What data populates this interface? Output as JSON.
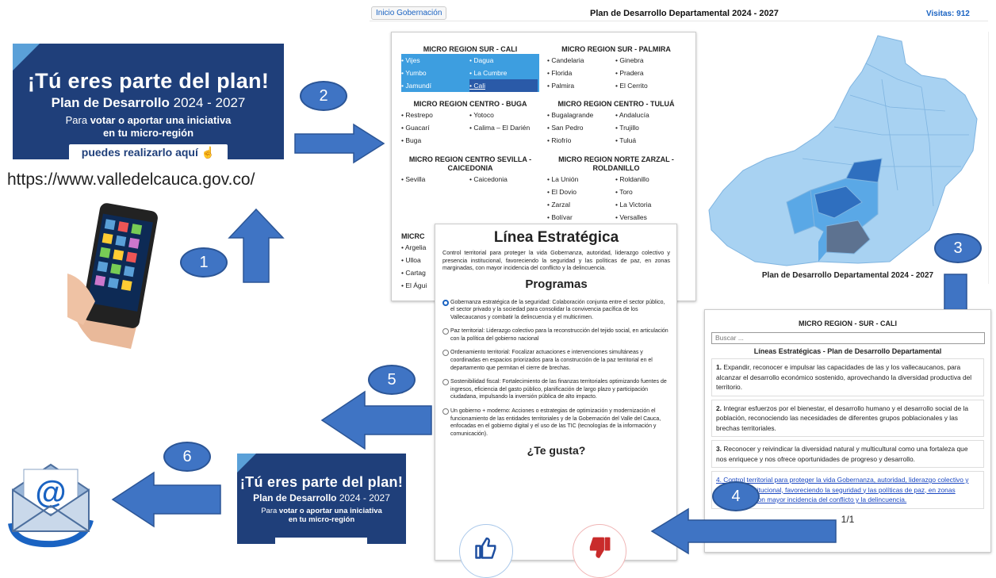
{
  "banner_top": {
    "title": "¡Tú eres parte del plan!",
    "subtitle": "Plan de Desarrollo",
    "years": "2024 - 2027",
    "line1_pre": "Para",
    "line1_bold": "votar o aportar una iniciativa",
    "line2": "en tu micro-región",
    "button": "puedes realizarlo aquí"
  },
  "url": "https://www.valledelcauca.gov.co/",
  "steps": [
    "1",
    "2",
    "3",
    "4",
    "5",
    "6"
  ],
  "topbar": {
    "home": "Inicio Gobernación",
    "title": "Plan de Desarrollo Departamental 2024 - 2027",
    "visits": "Visitas: 912"
  },
  "regions": [
    {
      "name": "MICRO REGION SUR - CALI",
      "towns": [
        "Vijes",
        "Dagua",
        "Yumbo",
        "La Cumbre",
        "Jamundí",
        "Cali"
      ],
      "selected": true,
      "current": "Cali"
    },
    {
      "name": "MICRO REGION SUR - PALMIRA",
      "towns": [
        "Candelaria",
        "Ginebra",
        "Florida",
        "Pradera",
        "Palmira",
        "El Cerrito"
      ]
    },
    {
      "name": "MICRO REGION CENTRO - BUGA",
      "towns": [
        "Restrepo",
        "Yotoco",
        "Guacarí",
        "Calima – El Darién",
        "Buga"
      ]
    },
    {
      "name": "MICRO REGION CENTRO - TULUÁ",
      "towns": [
        "Bugalagrande",
        "Andalucía",
        "San Pedro",
        "Trujillo",
        "Riofrío",
        "Tuluá"
      ]
    },
    {
      "name": "MICRO REGION CENTRO SEVILLA - CAICEDONIA",
      "towns": [
        "Sevilla",
        "Caicedonia"
      ]
    },
    {
      "name": "MICRO REGION NORTE ZARZAL - ROLDANILLO",
      "towns": [
        "La Unión",
        "Roldanillo",
        "El Dovio",
        "Toro",
        "Zarzal",
        "La Victoria",
        "Bolívar",
        "Versalles"
      ]
    }
  ],
  "hidden_region": {
    "name_part": "MICRC",
    "towns": [
      "Argelia",
      "Ulloa",
      "Cartag",
      "El Águi"
    ]
  },
  "linea": {
    "title": "Línea Estratégica",
    "desc": "Control territorial para proteger la vida Gobernanza, autoridad, liderazgo colectivo y presencia institucional, favoreciendo la seguridad y las políticas de paz, en zonas marginadas, con mayor incidencia del conflicto y la delincuencia.",
    "programs_title": "Programas",
    "programs": [
      {
        "text": "Gobernanza estratégica de la seguridad: Colaboración conjunta entre el sector público, el sector privado y la sociedad para consolidar la convivencia pacífica de los Vallecaucanos y combatir la delincuencia y el multicrimen.",
        "selected": true
      },
      {
        "text": "Paz territorial: Liderazgo colectivo para la reconstrucción del tejido social, en articulación con la política del gobierno nacional",
        "selected": false
      },
      {
        "text": "Ordenamiento territorial: Focalizar actuaciones e intervenciones simultáneas y coordinadas en espacios priorizados para la construcción de la paz territorial en el departamento que permitan el cierre de brechas.",
        "selected": false
      },
      {
        "text": "Sostenibilidad fiscal: Fortalecimiento de las finanzas territoriales optimizando fuentes de ingresos, eficiencia del gasto público, planificación de largo plazo y participación ciudadana, impulsando la inversión pública de alto impacto.",
        "selected": false
      },
      {
        "text": "Un gobierno + moderno: Acciones o estrategias de optimización y modernización el funcionamiento de las entidades territoriales y de la Gobernación del Valle del Cauca, enfocadas en el gobierno digital y el uso de las TIC (tecnologías de la información y comunicación).",
        "selected": false
      }
    ],
    "like_question": "¿Te gusta?"
  },
  "map_caption": "Plan de Desarrollo Departamental 2024 - 2027",
  "micro": {
    "title": "MICRO REGION - SUR - CALI",
    "search_placeholder": "Buscar ...",
    "subtitle": "Líneas Estratégicas - Plan de Desarrollo Departamental",
    "items": [
      {
        "num": "1.",
        "text": "Expandir, reconocer e impulsar las capacidades de las y los vallecaucanos, para alcanzar el desarrollo económico sostenido, aprovechando la diversidad productiva del territorio."
      },
      {
        "num": "2.",
        "text": "Integrar esfuerzos por el bienestar, el desarrollo humano y el desarrollo social de la población, reconociendo las necesidades de diferentes grupos poblacionales y las brechas territoriales."
      },
      {
        "num": "3.",
        "text": "Reconocer y reivindicar la diversidad natural y multicultural como una fortaleza que nos enriquece y nos ofrece oportunidades de progreso y desarrollo."
      }
    ],
    "link_text": "4. Control territorial para proteger la vida Gobernanza, autoridad, liderazgo colectivo y presencia institucional, favoreciendo la seguridad y las políticas de paz, en zonas marginadas, con mayor incidencia del conflicto y la delincuencia.",
    "pager": "1/1"
  },
  "banner_bottom": {
    "title": "¡Tú eres parte del plan!",
    "subtitle": "Plan de Desarrollo",
    "years": "2024 - 2027",
    "line1_pre": "Para",
    "line1_bold": "votar o aportar una iniciativa",
    "line2": "en tu micro-región"
  },
  "colors": {
    "banner": "#1f3f7a",
    "accent": "#3f74c4",
    "selected_region": "#3d9ee0",
    "map_light": "#a8d2f2",
    "map_mid": "#5aa8e6",
    "map_dark": "#2f6fbf",
    "map_gray": "#5d7290"
  }
}
